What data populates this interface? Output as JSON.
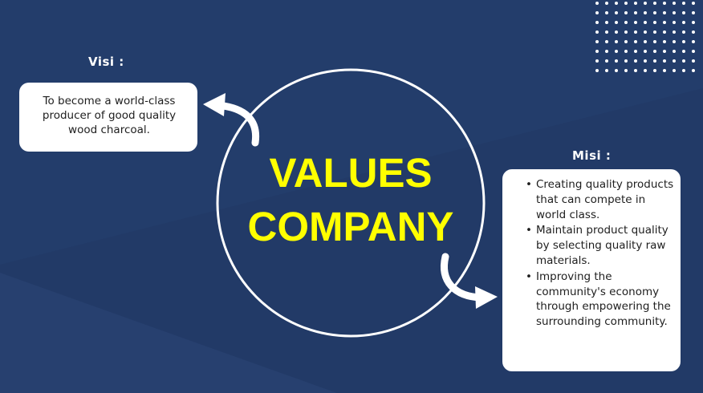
{
  "colors": {
    "background": "#223a67",
    "title": "#ffff00",
    "card": "#ffffff",
    "ring": "#ffffff"
  },
  "title": {
    "line1": "VALUES",
    "line2": "COMPANY"
  },
  "visi": {
    "heading": "Visi :",
    "text": "To become  a world-class producer of good quality wood charcoal."
  },
  "misi": {
    "heading": "Misi :",
    "items": [
      "Creating quality products that can compete in world class.",
      "Maintain product quality by selecting quality raw materials.",
      "Improving the community's economy through empowering the surrounding community."
    ]
  }
}
